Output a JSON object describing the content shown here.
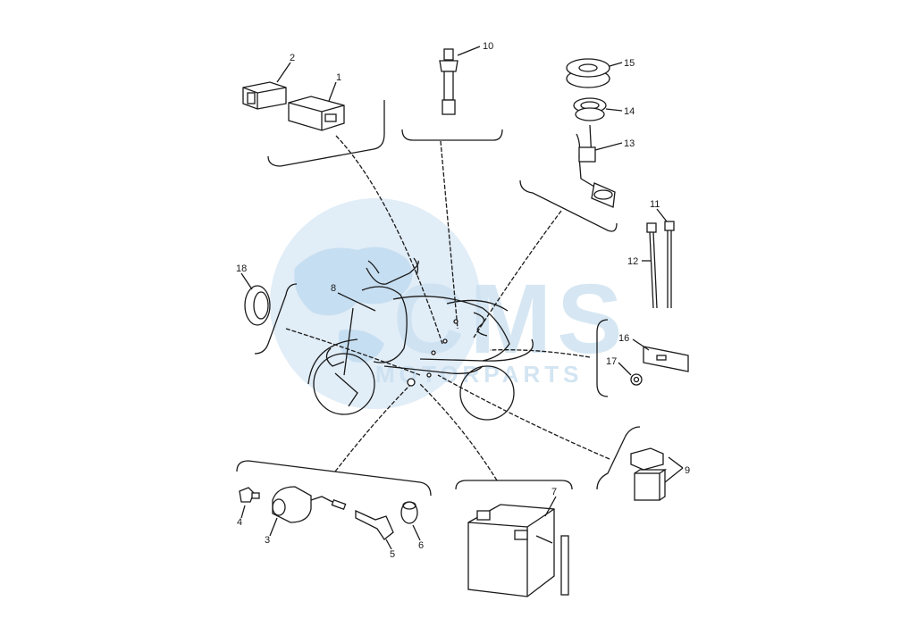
{
  "diagram": {
    "watermark": {
      "brand": "CMS",
      "tagline": "MOTORPARTS",
      "color_light": "#d9e8f5",
      "color_dark": "#c0d9ee"
    },
    "part_numbers": {
      "p1": "1",
      "p2": "2",
      "p3": "3",
      "p4": "4",
      "p5": "5",
      "p6": "6",
      "p7": "7",
      "p8": "8",
      "p9": "9",
      "p10": "10",
      "p11": "11",
      "p12": "12",
      "p13": "13",
      "p14": "14",
      "p15": "15",
      "p16": "16",
      "p17": "17",
      "p18": "18"
    }
  }
}
